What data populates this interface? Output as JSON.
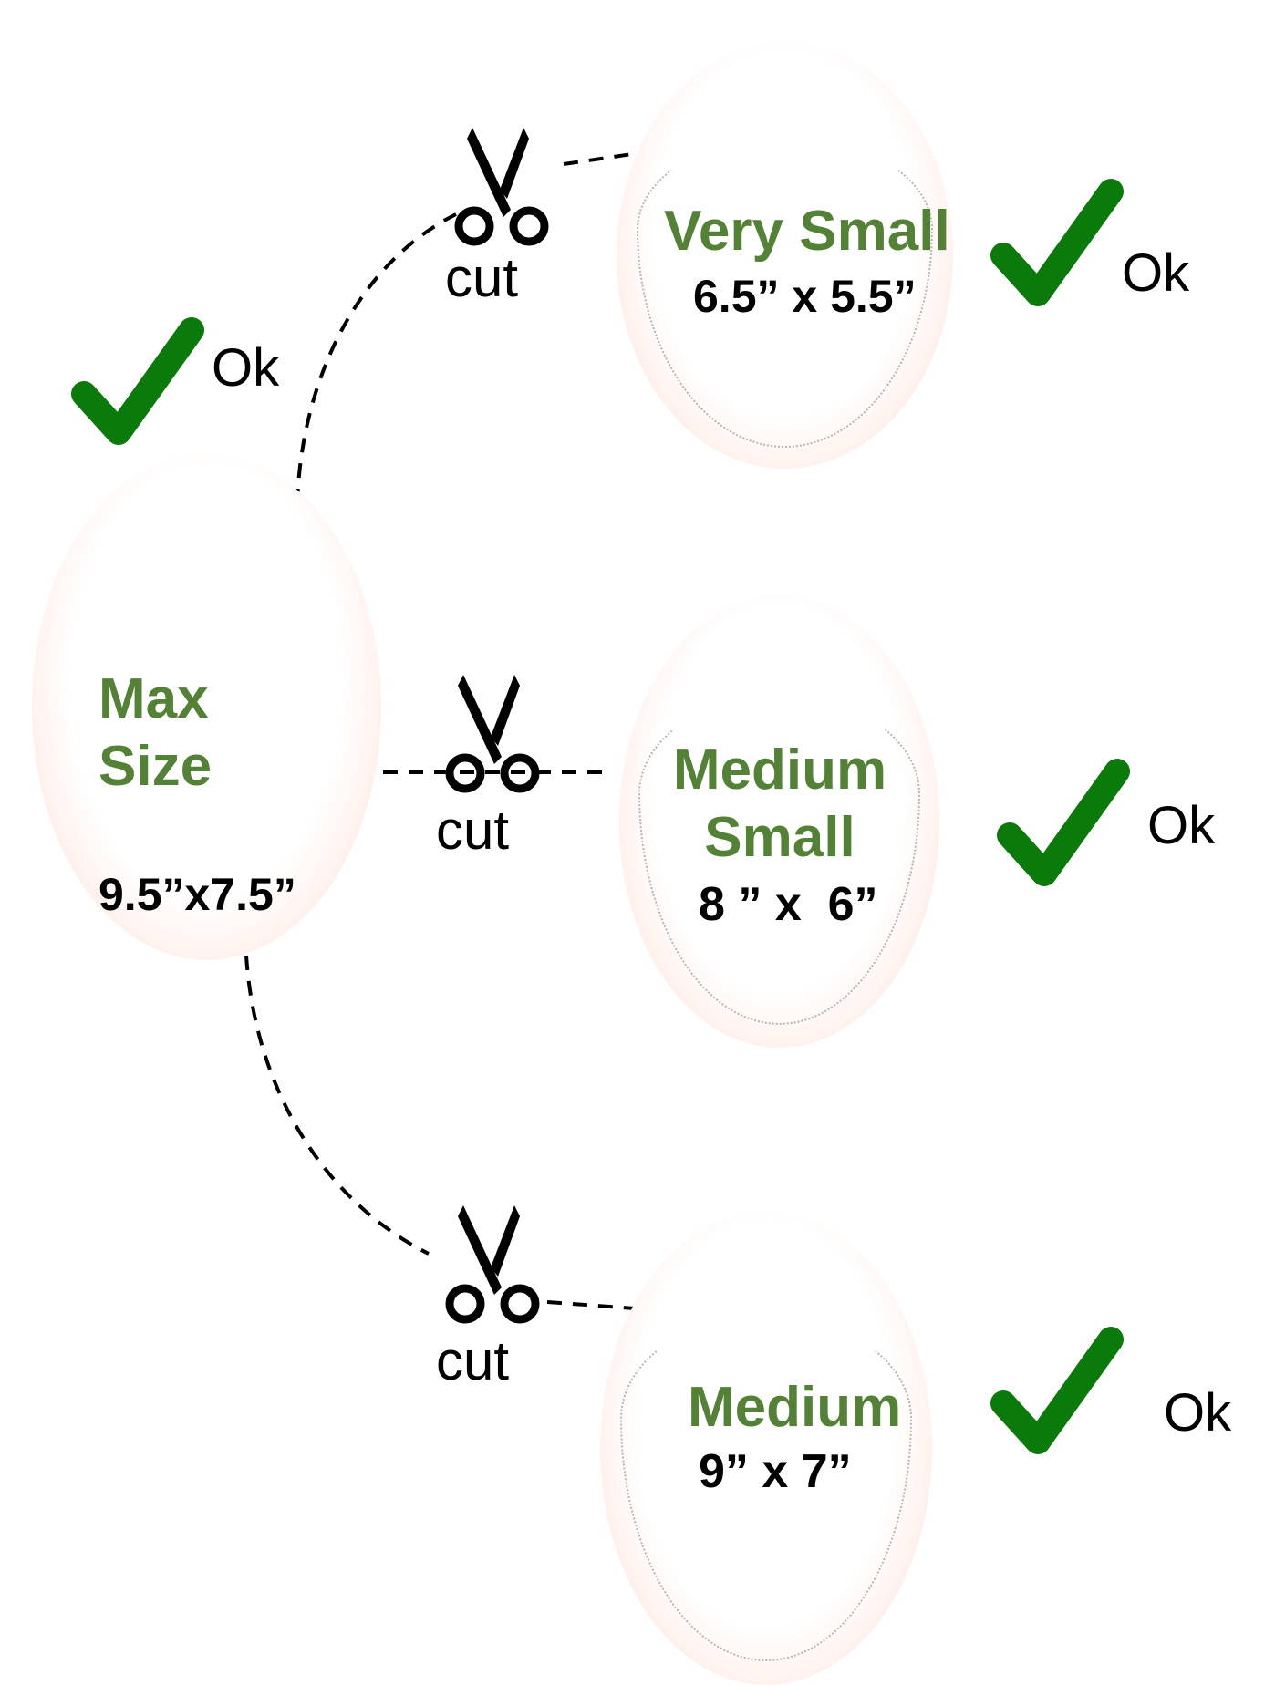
{
  "nodes": {
    "max": {
      "title_line1": "Max",
      "title_line2": "Size",
      "dimensions": "9.5”x7.5”",
      "status": "Ok"
    },
    "very_small": {
      "title": "Very Small",
      "dimensions": "6.5” x 5.5”",
      "status": "Ok"
    },
    "medium_small": {
      "title_line1": "Medium",
      "title_line2": "Small",
      "dimensions": "8 ” x  6”",
      "status": "Ok"
    },
    "medium": {
      "title": "Medium",
      "dimensions": "9” x 7”",
      "status": "Ok"
    }
  },
  "cuts": [
    {
      "label": "cut"
    },
    {
      "label": "cut"
    },
    {
      "label": "cut"
    }
  ],
  "icons": {
    "check": "checkmark-icon",
    "scissors": "scissors-icon"
  },
  "colors": {
    "title_green": "#538135",
    "check_green": "#0a7a0a",
    "oval_edge": "#f6c3b4"
  }
}
